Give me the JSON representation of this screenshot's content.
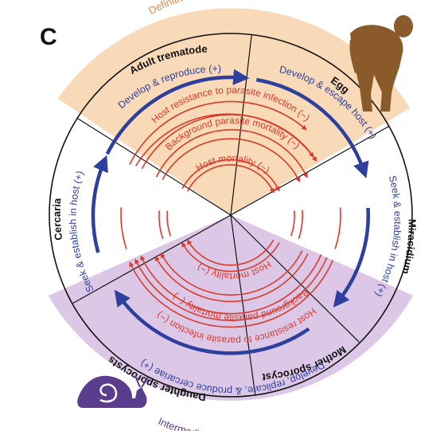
{
  "panel_letter": "C",
  "colors": {
    "definitive_band": "#f8d9b8",
    "intermediate_band": "#dcc8e6",
    "definitive_text": "#d9894a",
    "intermediate_text": "#5a3f8a",
    "blue_arrow": "#2e3f9e",
    "red_arrow": "#d93a2b",
    "human_silhouette": "#8a5a2b",
    "snail": "#5b3d8e"
  },
  "hosts": {
    "definitive": "Definitive host (human)",
    "intermediate": "Intermediate host (snail)"
  },
  "stages": {
    "adult": "Adult trematode",
    "egg": "Egg",
    "miracidium": "Miracidium",
    "mother": "Mother sporocysts",
    "daughter": "Daughter sporocysts",
    "cercaria": "Cercaria"
  },
  "blue_processes": {
    "develop_reproduce": "Develop & reproduce (+)",
    "develop_escape": "Develop & escape host (+)",
    "seek_right": "Seek & establish in host (+)",
    "develop_replicate": "Develop, replicate, & produce cercariae (+)",
    "seek_left": "Seek & establish in host (+)"
  },
  "red_processes": {
    "host_resistance_top": "Host resistance to parasite infection (−)",
    "background_top": "Background parasite  mortality (−)",
    "host_mortality_top": "Host mortality (−)",
    "host_resistance_bottom": "Host resistance to parasite infection (−)",
    "background_bottom": "Background parasite mortality (−)",
    "host_mortality_bottom": "Host mortality (−)"
  },
  "icons": [
    "human-silhouette-icon",
    "snail-icon"
  ]
}
